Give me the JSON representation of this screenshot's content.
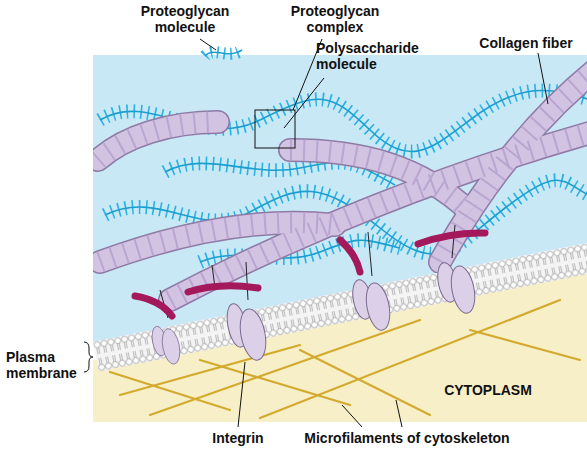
{
  "diagram": {
    "labels": [
      "Proteoglycan molecule",
      "Proteoglycan complex",
      "Collagen fiber",
      "Polysaccharide molecule",
      "Plasma membrane",
      "CYTOPLASM",
      "Integrin",
      "Microfilaments of cytoskeleton"
    ]
  }
}
